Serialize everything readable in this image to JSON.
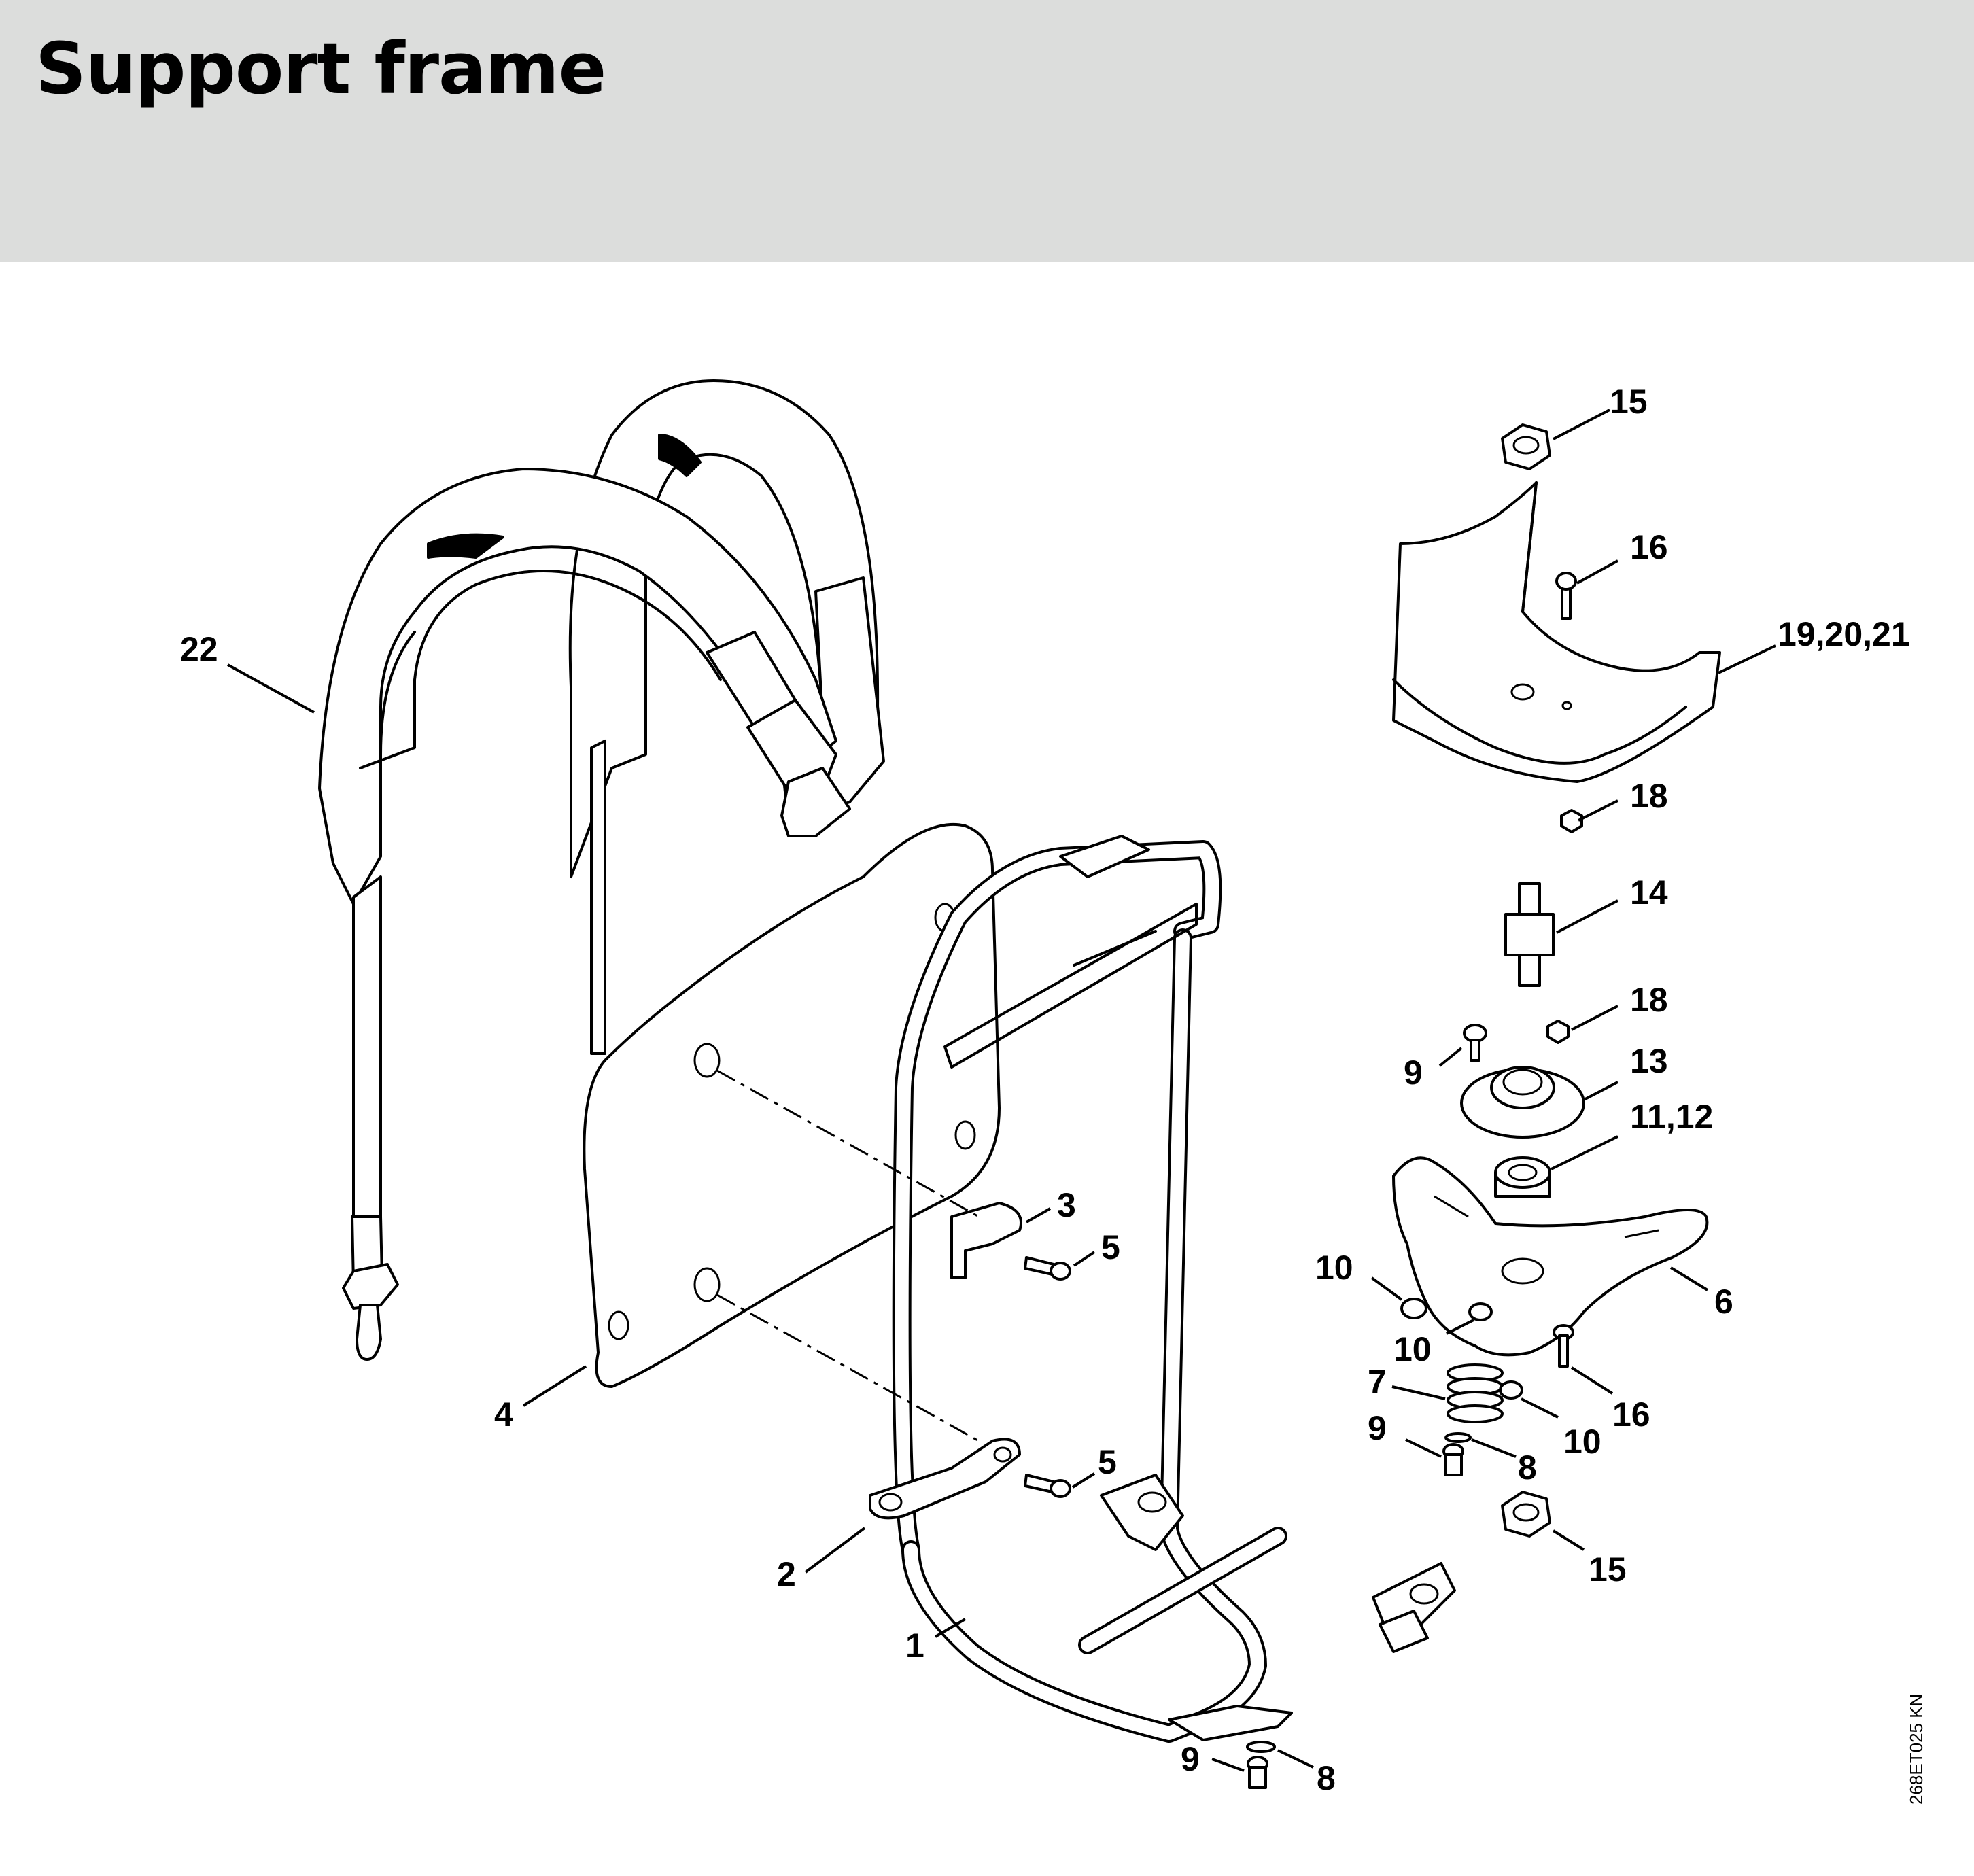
{
  "page": {
    "title": "Support frame"
  },
  "diagram": {
    "drawing_code": "268ET025 KN",
    "callouts": [
      {
        "id": "c-22",
        "text": "22"
      },
      {
        "id": "c-15a",
        "text": "15"
      },
      {
        "id": "c-16a",
        "text": "16"
      },
      {
        "id": "c-19",
        "text": "19,20,21"
      },
      {
        "id": "c-18a",
        "text": "18"
      },
      {
        "id": "c-14",
        "text": "14"
      },
      {
        "id": "c-18b",
        "text": "18"
      },
      {
        "id": "c-9a",
        "text": "9"
      },
      {
        "id": "c-13",
        "text": "13"
      },
      {
        "id": "c-11",
        "text": "11,12"
      },
      {
        "id": "c-3",
        "text": "3"
      },
      {
        "id": "c-5a",
        "text": "5"
      },
      {
        "id": "c-10a",
        "text": "10"
      },
      {
        "id": "c-6",
        "text": "6"
      },
      {
        "id": "c-10b",
        "text": "10"
      },
      {
        "id": "c-7",
        "text": "7"
      },
      {
        "id": "c-16b",
        "text": "16"
      },
      {
        "id": "c-4",
        "text": "4"
      },
      {
        "id": "c-9b",
        "text": "9"
      },
      {
        "id": "c-10c",
        "text": "10"
      },
      {
        "id": "c-8a",
        "text": "8"
      },
      {
        "id": "c-5b",
        "text": "5"
      },
      {
        "id": "c-15b",
        "text": "15"
      },
      {
        "id": "c-2",
        "text": "2"
      },
      {
        "id": "c-1",
        "text": "1"
      },
      {
        "id": "c-9c",
        "text": "9"
      },
      {
        "id": "c-8b",
        "text": "8"
      }
    ]
  }
}
